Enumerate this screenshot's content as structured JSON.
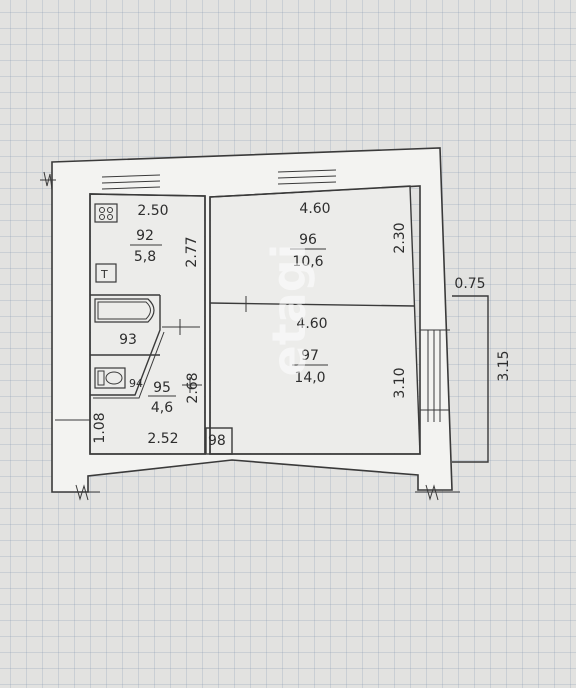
{
  "rooms": {
    "r92": {
      "number": "92",
      "area": "5,8"
    },
    "r93": {
      "number": "93"
    },
    "r94": {
      "number": "94"
    },
    "r95": {
      "number": "95",
      "area": "4,6"
    },
    "r96": {
      "number": "96",
      "area": "10,6"
    },
    "r97": {
      "number": "97",
      "area": "14,0"
    },
    "r98": {
      "number": "98"
    }
  },
  "dimensions": {
    "top_left_width": "2.50",
    "left_height": "2.77",
    "room96_width": "4.60",
    "room96_height": "2.30",
    "room97_width": "4.60",
    "room97_height": "3.10",
    "corridor_height": "2.68",
    "bottom_left_width": "2.52",
    "bottom_left_height": "1.08",
    "balcony_depth": "0.75",
    "balcony_length": "3.15"
  },
  "fixtures": {
    "toilet_symbol": "T"
  },
  "watermark": "etagi"
}
